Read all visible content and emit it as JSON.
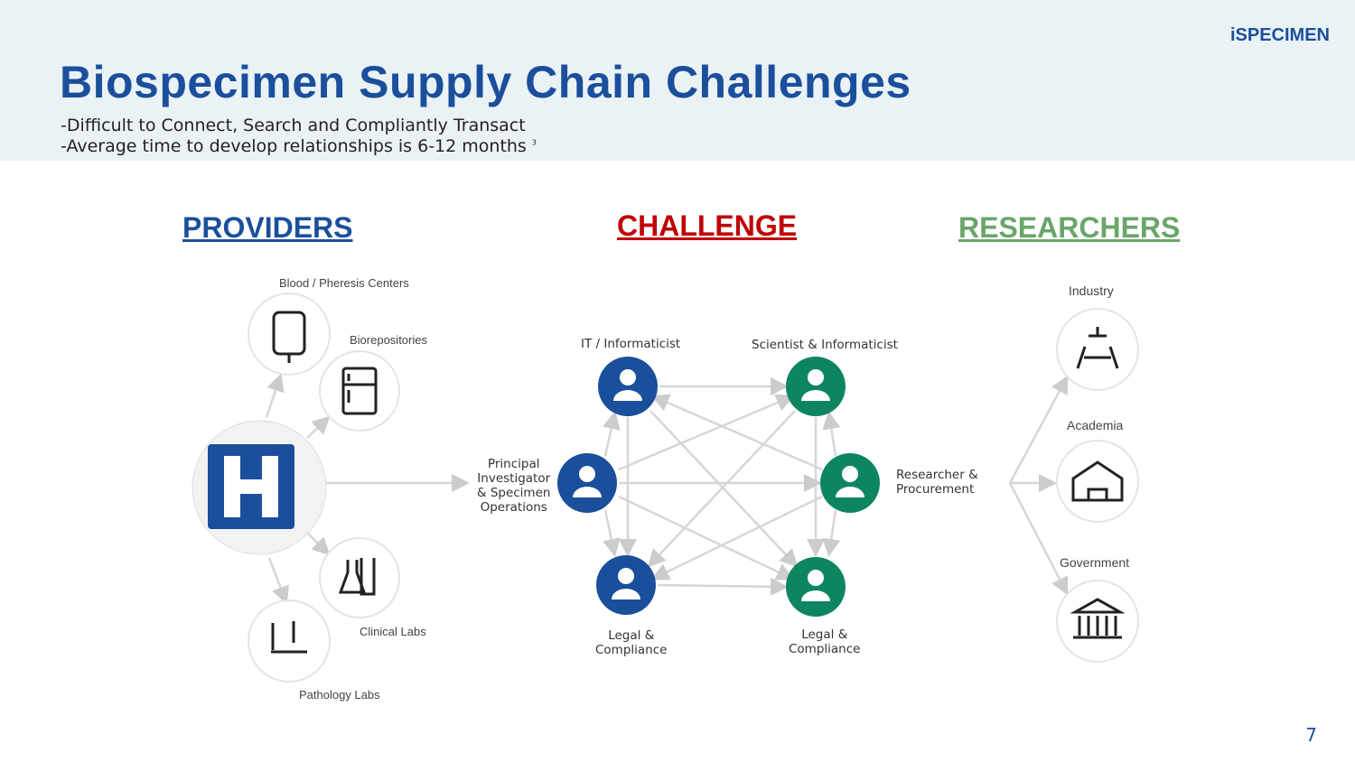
{
  "header": {
    "title": "Biospecimen Supply Chain Challenges",
    "subtitle_lines": [
      "-Difficult to Connect, Search and Compliantly Transact",
      "-Average time to develop relationships is 6-12 months"
    ],
    "footnote_marker": "3",
    "logo": "iSPECIMEN"
  },
  "sections": {
    "providers": "PROVIDERS",
    "challenge": "CHALLENGE",
    "researchers": "RESEARCHERS"
  },
  "colors": {
    "blue": "#1b4f9c",
    "red": "#c00000",
    "green": "#6aa56a",
    "node_blue": "#1a4f9c",
    "node_green": "#0e8561"
  },
  "providers": [
    "Blood / Pheresis Centers",
    "Biorepositories",
    "Clinical Labs",
    "Pathology Labs"
  ],
  "challenge": {
    "it": "IT / Informaticist",
    "sci": "Scientist & Informaticist",
    "pi": [
      "Principal",
      "Investigator",
      "& Specimen",
      "Operations"
    ],
    "rp": [
      "Researcher &",
      "Procurement"
    ],
    "legal1": [
      "Legal  &",
      "Compliance"
    ],
    "legal2": [
      "Legal  &",
      "Compliance"
    ]
  },
  "researchers": [
    "Industry",
    "Academia",
    "Government"
  ],
  "page_number": "7"
}
